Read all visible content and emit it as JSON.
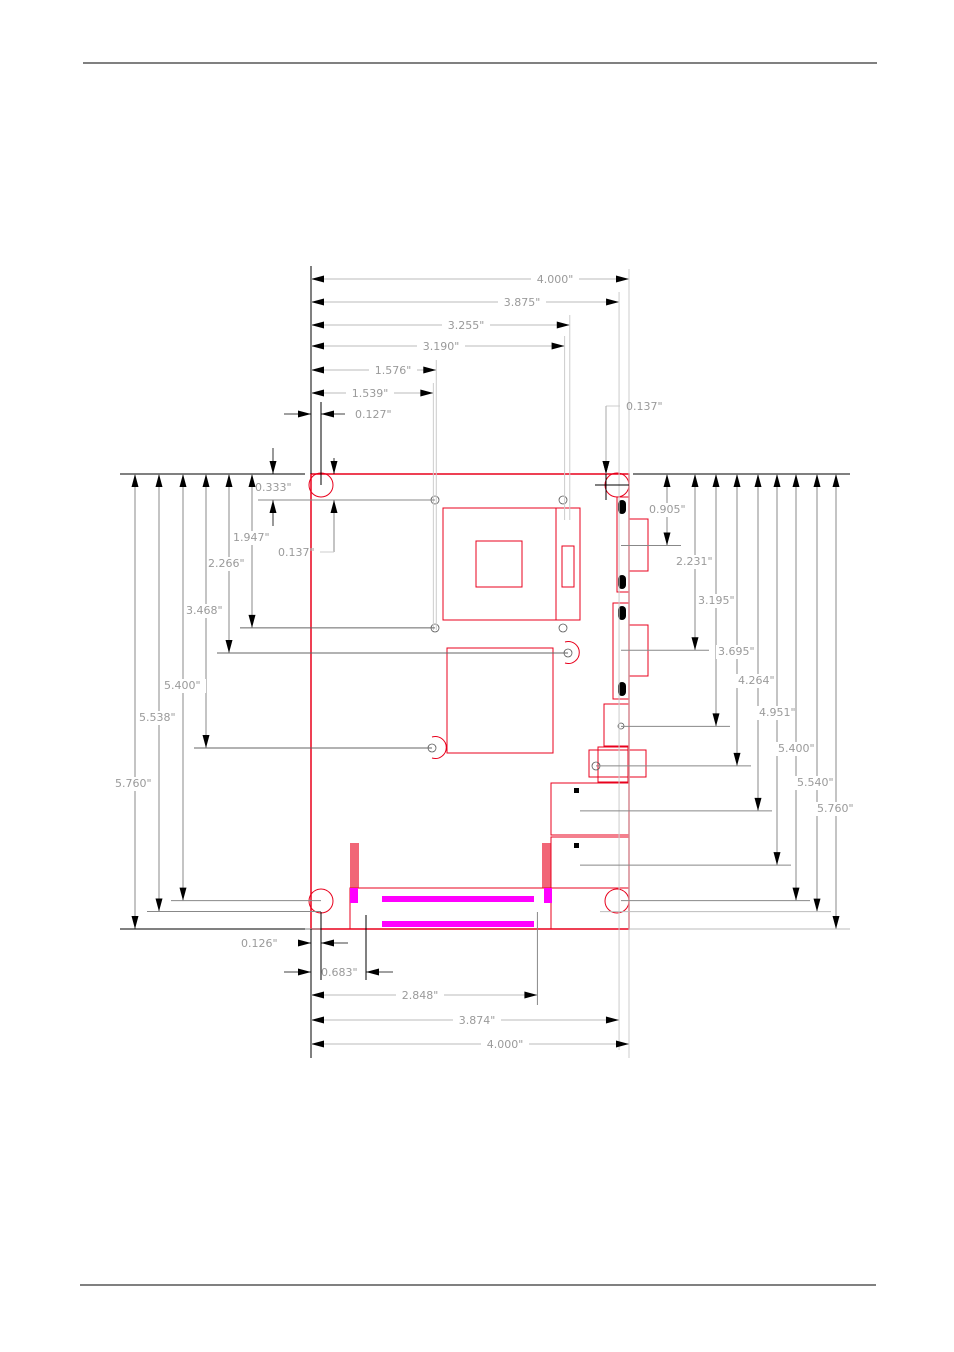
{
  "drawing": {
    "units": "inch",
    "colors": {
      "outline": "#e8001c",
      "connector": "#ff00ff",
      "dim_line": "#000000",
      "ext_line": "#cccccc",
      "text": "#9a9a9a"
    },
    "top_dims": [
      {
        "value": 4.0,
        "label": "4.000\""
      },
      {
        "value": 3.875,
        "label": "3.875\""
      },
      {
        "value": 3.255,
        "label": "3.255\""
      },
      {
        "value": 3.19,
        "label": "3.190\""
      },
      {
        "value": 1.576,
        "label": "1.576\""
      },
      {
        "value": 1.539,
        "label": "1.539\""
      },
      {
        "value": 0.127,
        "label": "0.127\""
      }
    ],
    "top_right_dim": {
      "value": 0.137,
      "label": "0.137\""
    },
    "left_dims": [
      {
        "value": 0.333,
        "label": "0.333\""
      },
      {
        "value": 1.947,
        "label": "1.947\""
      },
      {
        "value": 2.266,
        "label": "2.266\""
      },
      {
        "value": 3.468,
        "label": "3.468\""
      },
      {
        "value": 5.4,
        "label": "5.400\""
      },
      {
        "value": 5.538,
        "label": "5.538\""
      },
      {
        "value": 5.76,
        "label": "5.760\""
      }
    ],
    "left_inner_dim": {
      "value": 0.137,
      "label": "0.137\""
    },
    "right_dims": [
      {
        "value": 0.905,
        "label": "0.905\""
      },
      {
        "value": 2.231,
        "label": "2.231\""
      },
      {
        "value": 3.195,
        "label": "3.195\""
      },
      {
        "value": 3.695,
        "label": "3.695\""
      },
      {
        "value": 4.264,
        "label": "4.264\""
      },
      {
        "value": 4.951,
        "label": "4.951\""
      },
      {
        "value": 5.4,
        "label": "5.400\""
      },
      {
        "value": 5.54,
        "label": "5.540\""
      },
      {
        "value": 5.76,
        "label": "5.760\""
      }
    ],
    "bottom_dims": [
      {
        "value": 0.126,
        "label": "0.126\""
      },
      {
        "value": 0.683,
        "label": "0.683\""
      },
      {
        "value": 2.848,
        "label": "2.848\""
      },
      {
        "value": 3.874,
        "label": "3.874\""
      },
      {
        "value": 4.0,
        "label": "4.000\""
      }
    ]
  }
}
